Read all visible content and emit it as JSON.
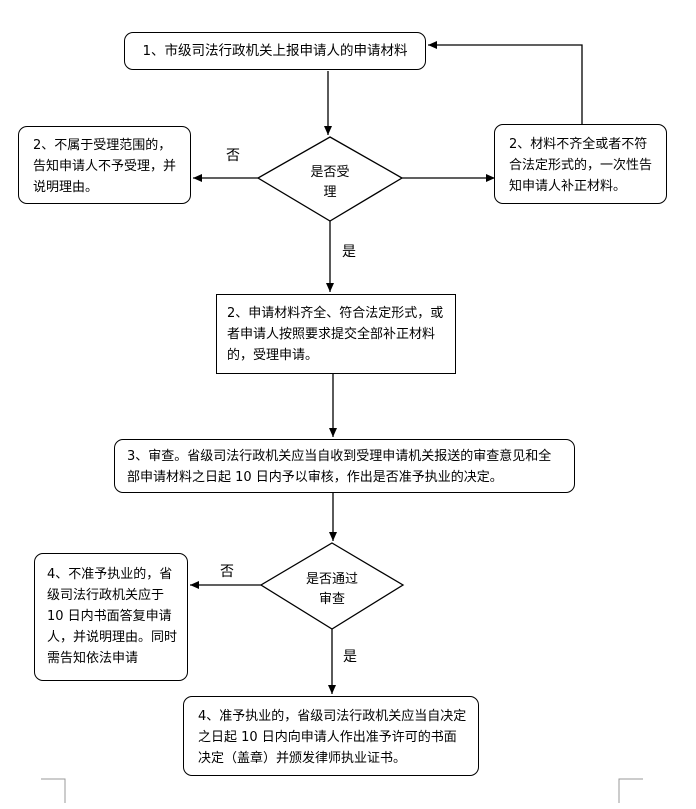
{
  "nodes": {
    "step1": "1、市级司法行政机关上报申请人的申请材料",
    "reject_scope": "2、不属于受理范围的，告知申请人不予受理，并说明理由。",
    "supplement": "2、材料不齐全或者不符合法定形式的，一次性告知申请人补正材料。",
    "decision_accept": "是否受理",
    "accept": "2、申请材料齐全、符合法定形式，或者申请人按照要求提交全部补正材料的，受理申请。",
    "review": "3、审查。省级司法行政机关应当自收到受理申请机关报送的审查意见和全部申请材料之日起 10 日内予以审核，作出是否准予执业的决定。",
    "decision_pass": "是否通过审查",
    "deny": "4、不准予执业的，省级司法行政机关应于 10 日内书面答复申请人，并说明理由。同时需告知依法申请",
    "grant": "4、准予执业的，省级司法行政机关应当自决定之日起 10 日内向申请人作出准予许可的书面决定（盖章）并颁发律师执业证书。"
  },
  "labels": {
    "no_1": "否",
    "yes_1": "是",
    "no_2": "否",
    "yes_2": "是"
  }
}
